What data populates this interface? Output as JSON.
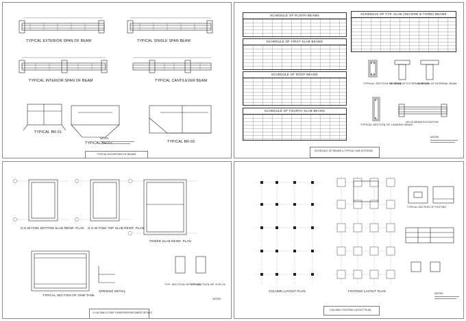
{
  "sheet1": {
    "labels": {
      "ext_span": "TYPICAL EXTERIOR SPAN OF BEAM",
      "single_span": "TYPICAL SINGLE SPAN BEAM",
      "int_span": "TYPICAL INTERIOR SPAN OF BEAM",
      "cantilever": "TYPICAL CANTILEVER BEAM",
      "br01": "TYPICAL BR-01",
      "br02": "TYPICAL BR-02",
      "br03": "TYPICAL BR-03",
      "notes": "NOTES",
      "title_block": "TYPICAL ELEVATIONS OF BEAMS"
    }
  },
  "sheet2": {
    "tables": {
      "plinth": "SCHEDULE OF PLINTH BEAMS",
      "typ_slab": "SCHEDULE OF TYP. SLAB (SECOND & THIRD) BEAMS",
      "first": "SCHEDULE OF FIRST SLAB BEAMS",
      "roof": "SCHEDULE OF ROOF BEAMS",
      "fourth": "SCHEDULE OF FOURTH SLAB BEAMS"
    },
    "labels": {
      "typ_section": "TYPICAL SECTION OF BEAM",
      "ext_beam": "SECTION OF EXTERNAL BEAM",
      "int_beam": "SECTION OF INTERNAL BEAM",
      "landing": "TYPICAL SECTION OF LANDING BEAM",
      "lb2": "LB-02 BEAM ELEVATION",
      "notes": "NOTES",
      "title_block": "SCHEDULE OF BEAMS & TYPICAL SUB-SYSTEMS"
    }
  },
  "sheet3": {
    "labels": {
      "oht_bottom": "O.H.W.TANK BOTTOM SLAB REINF. PLAN",
      "oht_top": "O.H.W.TANK TOP SLAB REINF. PLAN",
      "tower": "TOWER SLAB REINF. PLAN",
      "ohw_section": "TYPICAL SECTION OF OHW TANK",
      "opening": "OPENING DETAIL",
      "str01": "TYP. SECTION OF STR-01",
      "str02": "TYP. SECTION OF STR-02",
      "notes": "NOTES",
      "title_block": "O.H.W.TANK & STAIR TOWER REINFORCEMENT DETAILS"
    }
  },
  "sheet4": {
    "labels": {
      "column": "COLUMN LAYOUT PLAN",
      "footing": "FOOTING LAYOUT PLAN",
      "typ_footing": "TYPICAL SECTION OF FOOTING",
      "notes": "NOTES",
      "title_block": "COLUMN / FOOTING LAYOUT PLAN"
    }
  }
}
